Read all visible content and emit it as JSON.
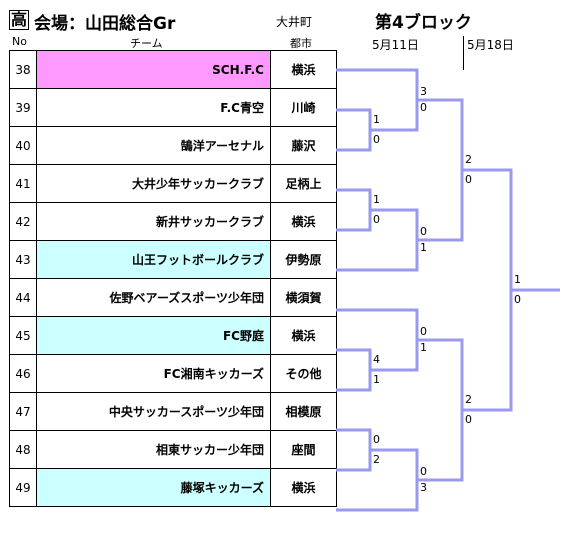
{
  "header": {
    "category": "高",
    "venue": "会場：山田総合Gr",
    "town": "大井町",
    "block": "第4ブロック",
    "date1": "5月11日",
    "date2": "5月18日",
    "col_no": "No",
    "col_team": "チーム",
    "col_city": "都市"
  },
  "rows": [
    {
      "no": "38",
      "team": "SCH.F.C",
      "city": "横浜",
      "bg": "#ff99ff"
    },
    {
      "no": "39",
      "team": "F.C青空",
      "city": "川崎",
      "bg": "#ffffff"
    },
    {
      "no": "40",
      "team": "鵠洋アーセナル",
      "city": "藤沢",
      "bg": "#ffffff"
    },
    {
      "no": "41",
      "team": "大井少年サッカークラブ",
      "city": "足柄上",
      "bg": "#ffffff"
    },
    {
      "no": "42",
      "team": "新井サッカークラブ",
      "city": "横浜",
      "bg": "#ffffff"
    },
    {
      "no": "43",
      "team": "山王フットボールクラブ",
      "city": "伊勢原",
      "bg": "#ccffff"
    },
    {
      "no": "44",
      "team": "佐野ベアーズスポーツ少年団",
      "city": "横須賀",
      "bg": "#ffffff"
    },
    {
      "no": "45",
      "team": "FC野庭",
      "city": "横浜",
      "bg": "#ccffff"
    },
    {
      "no": "46",
      "team": "FC湘南キッカーズ",
      "city": "その他",
      "bg": "#ffffff"
    },
    {
      "no": "47",
      "team": "中央サッカースポーツ少年団",
      "city": "相模原",
      "bg": "#ffffff"
    },
    {
      "no": "48",
      "team": "相東サッカー少年団",
      "city": "座間",
      "bg": "#ffffff"
    },
    {
      "no": "49",
      "team": "藤塚キッカーズ",
      "city": "横浜",
      "bg": "#ccffff"
    }
  ],
  "scores": {
    "m39_40": [
      "1",
      "0"
    ],
    "m41_42": [
      "1",
      "0"
    ],
    "m45_46": [
      "4",
      "1"
    ],
    "m47_48": [
      "0",
      "2"
    ],
    "r2_top": [
      "3",
      "0"
    ],
    "r2_b": [
      "0",
      "1"
    ],
    "r2_c": [
      "0",
      "1"
    ],
    "r2_d": [
      "0",
      "3"
    ],
    "semi_top": [
      "2",
      "0"
    ],
    "semi_bot": [
      "2",
      "0"
    ],
    "final": [
      "1",
      "0"
    ]
  },
  "colors": {
    "bracket": "#9999ee",
    "pink": "#ff99ff",
    "cyan": "#ccffff"
  }
}
